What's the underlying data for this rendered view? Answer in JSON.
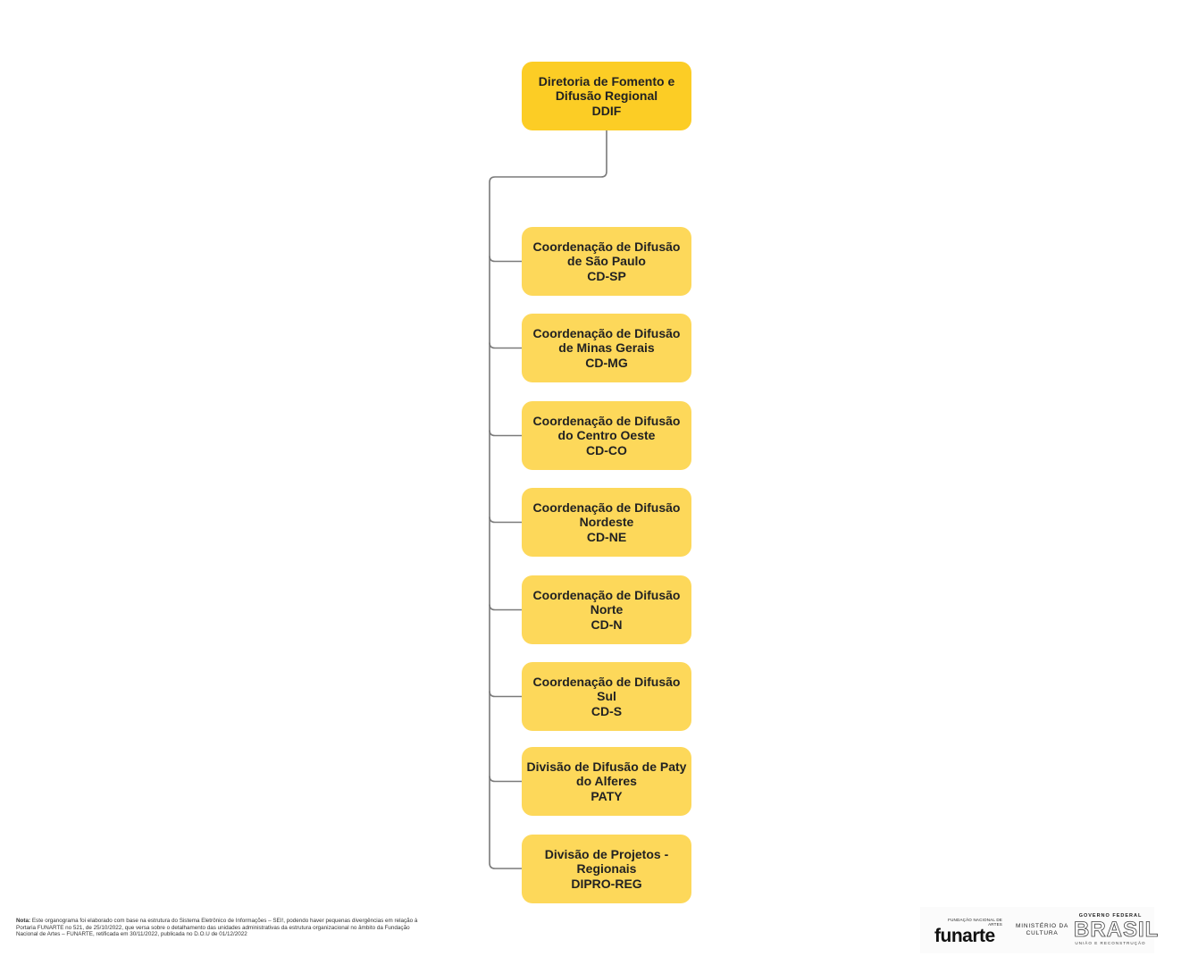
{
  "root": {
    "line1": "Diretoria de Fomento e",
    "line2": "Difusão Regional",
    "code": "DDIF"
  },
  "units": [
    {
      "line1": "Coordenação de Difusão",
      "line2": "de São Paulo",
      "code": "CD-SP"
    },
    {
      "line1": "Coordenação de Difusão",
      "line2": "de Minas Gerais",
      "code": "CD-MG"
    },
    {
      "line1": "Coordenação de Difusão",
      "line2": "do Centro Oeste",
      "code": "CD-CO"
    },
    {
      "line1": "Coordenação de Difusão",
      "line2": "Nordeste",
      "code": "CD-NE"
    },
    {
      "line1": "Coordenação de Difusão",
      "line2": "Norte",
      "code": "CD-N"
    },
    {
      "line1": "Coordenação de Difusão",
      "line2": "Sul",
      "code": "CD-S"
    },
    {
      "line1": "Divisão de Difusão de Paty",
      "line2": "do Alferes",
      "code": "PATY"
    },
    {
      "line1": "Divisão de Projetos -",
      "line2": "Regionais",
      "code": "DIPRO-REG"
    }
  ],
  "note": {
    "label": "Nota:",
    "text": "Este organograma foi elaborado com base na estrutura do Sistema Eletrônico de Informações – SEI!, podendo haver pequenas divergências em relação à Portaria FUNARTE no 521, de 25/10/2022, que versa sobre o detalhamento das unidades administrativas da estrutura organizacional no âmbito da Fundação Nacional de Artes – FUNARTE, retificada em 30/11/2022, publicada no D.O.U de 01/12/2022"
  },
  "logos": {
    "funarte_small": "FUNDAÇÃO NACIONAL DE ARTES",
    "funarte_big": "funarte",
    "minc_line1": "MINISTÉRIO DA",
    "minc_line2": "CULTURA",
    "gov_top": "GOVERNO FEDERAL",
    "gov_brasil": "BRASIL",
    "gov_bottom": "UNIÃO E RECONSTRUÇÃO"
  },
  "colors": {
    "root_fill": "#fccd25",
    "unit_fill": "#fdd85a",
    "connector": "#7a7a7a"
  }
}
